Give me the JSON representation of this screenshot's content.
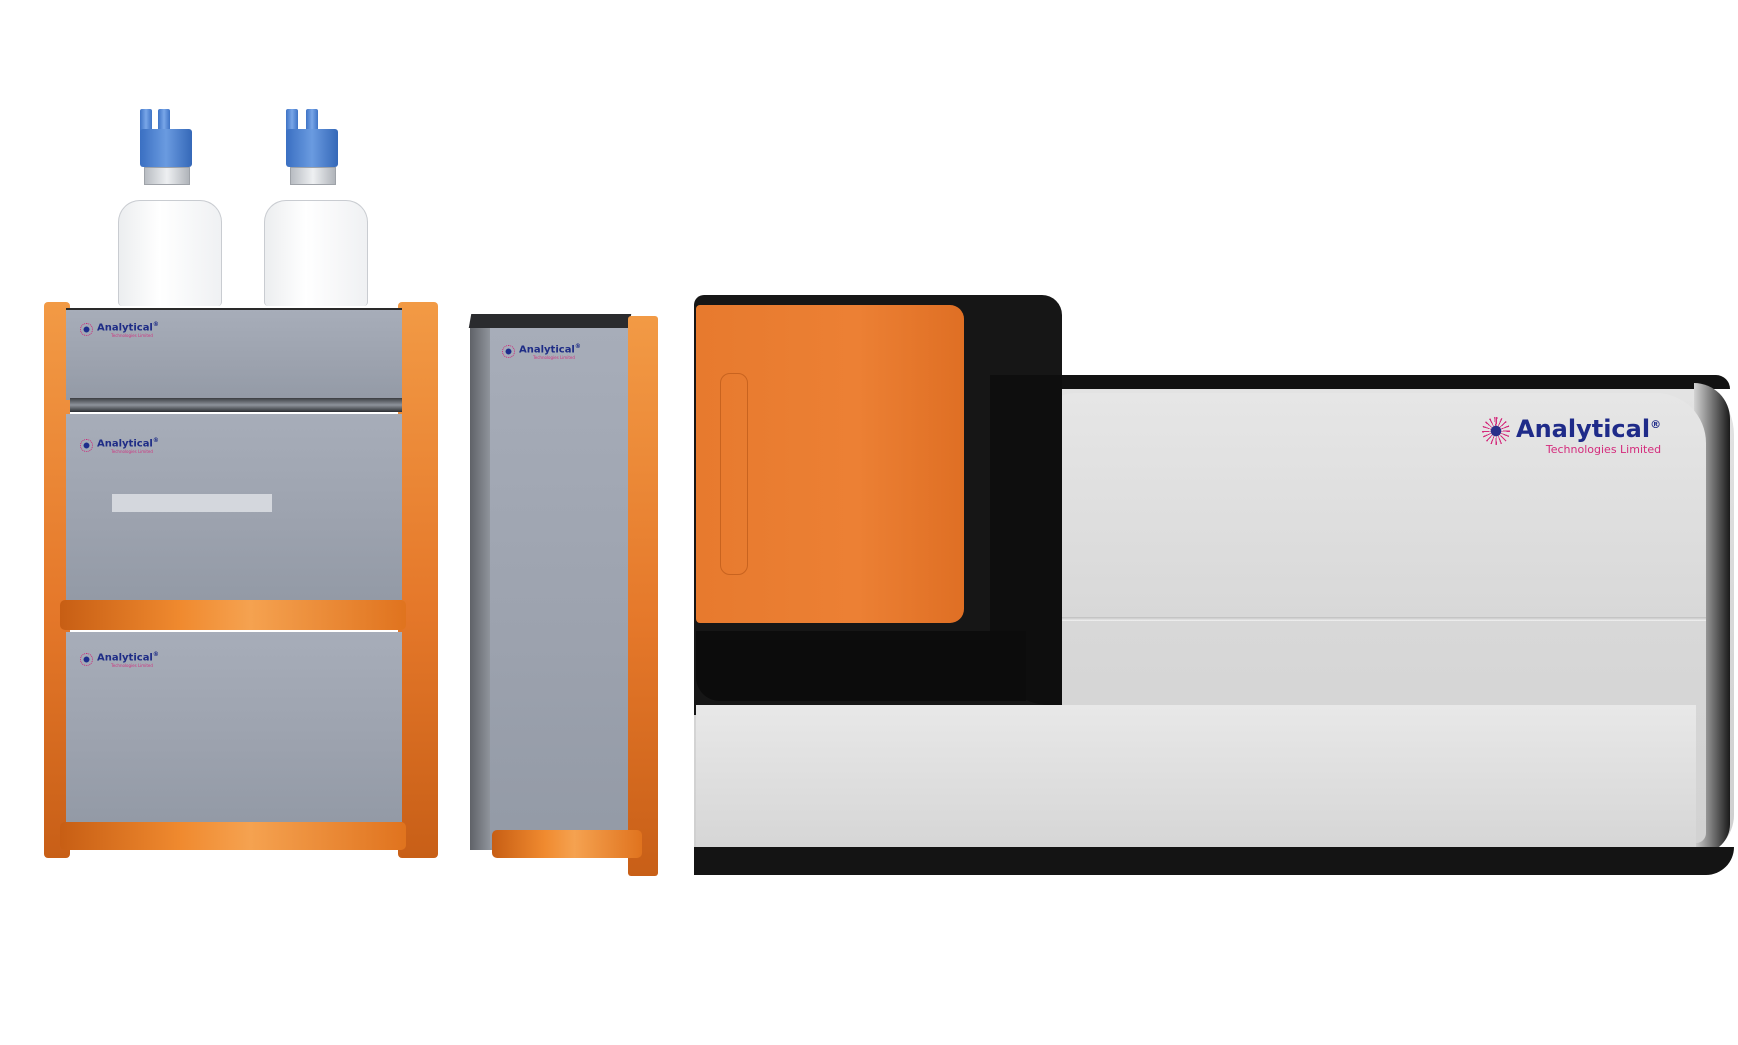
{
  "branding": {
    "brand_name": "Analytical",
    "registered_mark": "®",
    "tagline": "Technologies Limited"
  },
  "colors": {
    "accent_orange": "#e8782a",
    "panel_grey": "#a0a6b2",
    "body_light_grey": "#d9d9d9",
    "trim_black": "#141414",
    "cap_blue": "#4a80d2",
    "brand_blue": "#1e2c86",
    "brand_magenta": "#d42b7c"
  },
  "icons": [
    "solvent-bottle",
    "bottle-cap",
    "brand-logo-sun"
  ]
}
